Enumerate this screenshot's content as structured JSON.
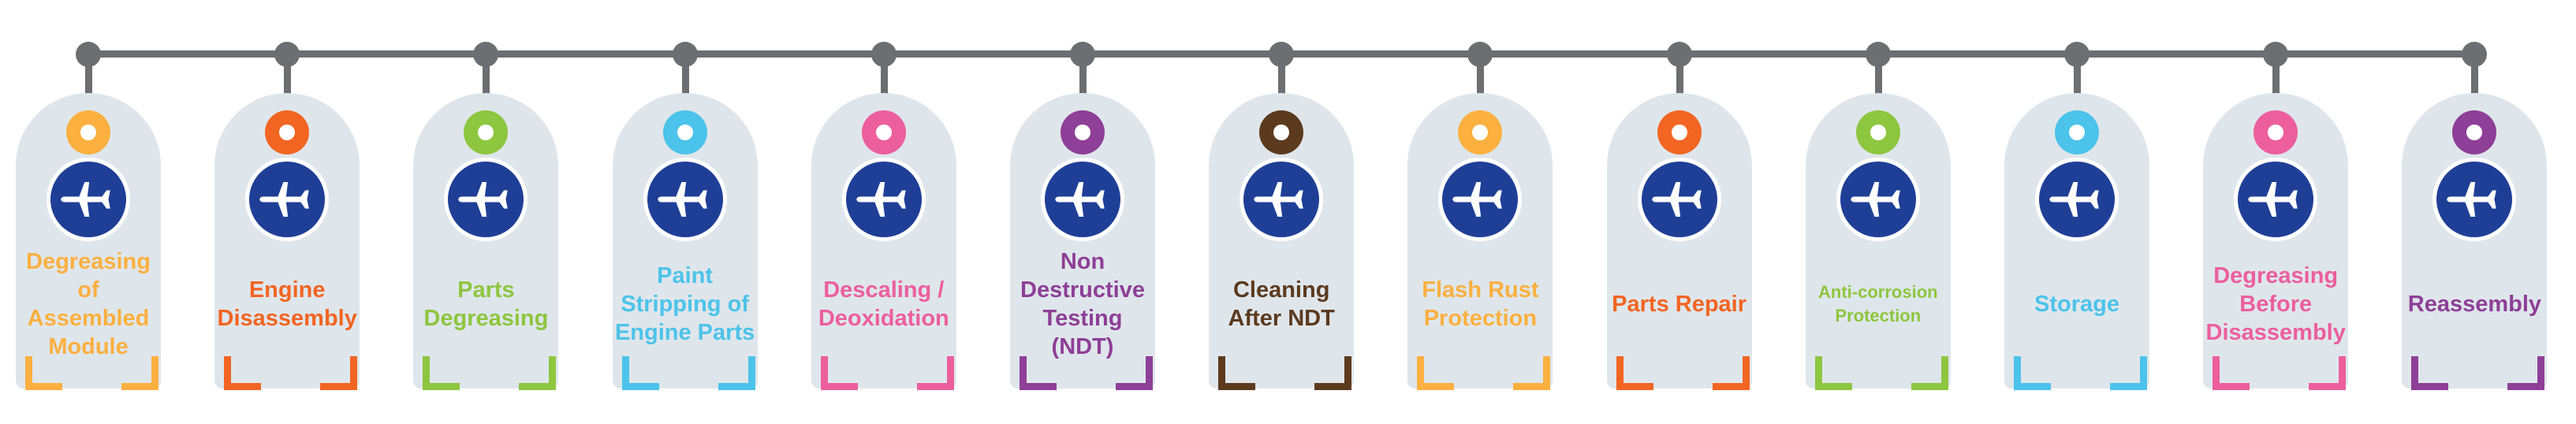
{
  "steps": [
    {
      "label": "Degreasing of Assembled Module",
      "color": "#fbb040"
    },
    {
      "label": "Engine Disassembly",
      "color": "#f26522"
    },
    {
      "label": "Parts Degreasing",
      "color": "#8dc63f"
    },
    {
      "label": "Paint Stripping of Engine Parts",
      "color": "#4cc3ea"
    },
    {
      "label": "Descaling / Deoxidation",
      "color": "#ec5f9c"
    },
    {
      "label": "Non Destructive Testing (NDT)",
      "color": "#8e3f97"
    },
    {
      "label": "Cleaning After NDT",
      "color": "#5c3a1e"
    },
    {
      "label": "Flash Rust Protection",
      "color": "#fbb040"
    },
    {
      "label": "Parts Repair",
      "color": "#f26522"
    },
    {
      "label": "Anti-corrosion Protection",
      "color": "#8dc63f"
    },
    {
      "label": "Storage",
      "color": "#4cc3ea"
    },
    {
      "label": "Degreasing Before Disassembly",
      "color": "#ec5f9c"
    },
    {
      "label": "Reassembly",
      "color": "#8e3f97"
    }
  ],
  "icon": "airplane-icon",
  "badge_color": "#1f3f97",
  "line_color": "#6d6e71",
  "tag_color": "#dfe6eb"
}
